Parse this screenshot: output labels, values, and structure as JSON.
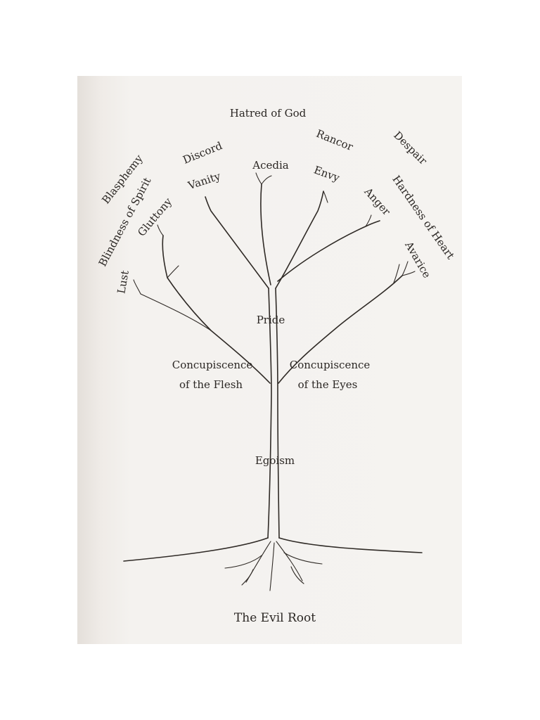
{
  "labels": {
    "hatred_of_god": "Hatred of God",
    "discord": "Discord",
    "rancor": "Rancor",
    "despair": "Despair",
    "blasphemy": "Blasphemy",
    "blindness_of_spirit": "Blindness of Spirit",
    "gluttony": "Gluttony",
    "vanity": "Vanity",
    "acedia": "Acedia",
    "envy": "Envy",
    "anger": "Anger",
    "hardness_of_heart": "Hardness of Heart",
    "lust": "Lust",
    "avarice": "Avarice",
    "pride": "Pride",
    "concupiscence_flesh_1": "Concupiscence",
    "concupiscence_flesh_2": "of the Flesh",
    "concupiscence_eyes_1": "Concupiscence",
    "concupiscence_eyes_2": "of the Eyes",
    "egoism": "Egoism",
    "root": "The Evil Root"
  },
  "colors": {
    "ink": "#2b2724",
    "paper": "#f5f3f0"
  }
}
